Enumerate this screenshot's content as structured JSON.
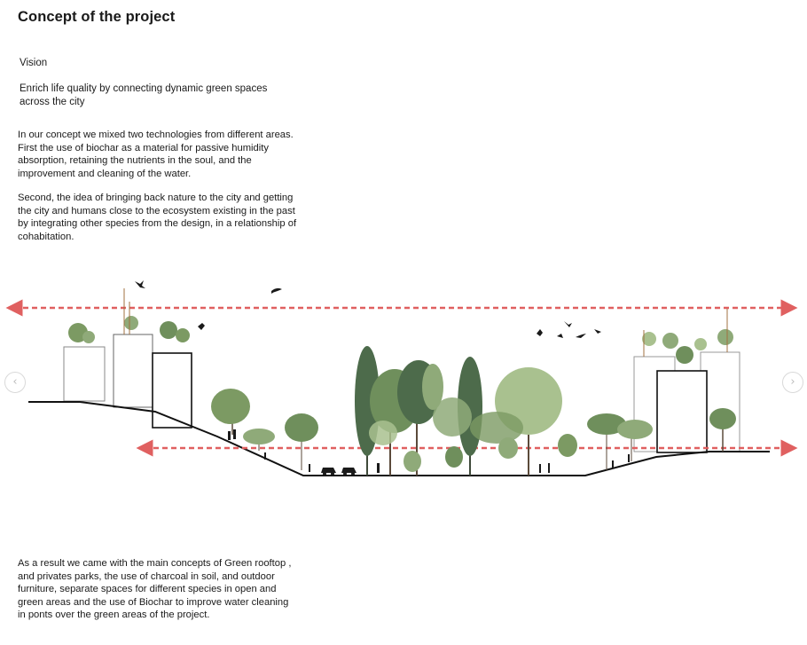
{
  "page": {
    "title": "Concept of the project",
    "vision_label": "Vision",
    "vision_text": "Enrich life quality by connecting dynamic green spaces across the city",
    "paragraph_1": "In our concept we mixed two technologies from different areas. First the use of biochar as a material for passive humidity absorption, retaining the nutrients in the soul, and the improvement and cleaning of the water.",
    "paragraph_2": "Second, the idea of bringing back nature to the city and getting the city and humans close to the ecosystem existing in the past by integrating other species from the design, in a relationship of cohabitation.",
    "paragraph_3": "As a result we came with the main concepts of Green rooftop , and privates parks, the use of charcoal in soil, and outdoor furniture, separate spaces for different species in open and green areas and the use of Biochar to improve water cleaning in ponts over the green areas of the project."
  },
  "navigation": {
    "prev_icon": "chevron-left-icon",
    "next_icon": "chevron-right-icon",
    "prev_glyph": "‹",
    "next_glyph": "›"
  },
  "section_drawing": {
    "arrow_color": "#e06060",
    "ground_color": "#111111",
    "tree_colors": [
      "#4d6b4b",
      "#6f8f5c",
      "#8faa79",
      "#a9c18f",
      "#7c9a63"
    ],
    "building_stroke": "#666666"
  }
}
